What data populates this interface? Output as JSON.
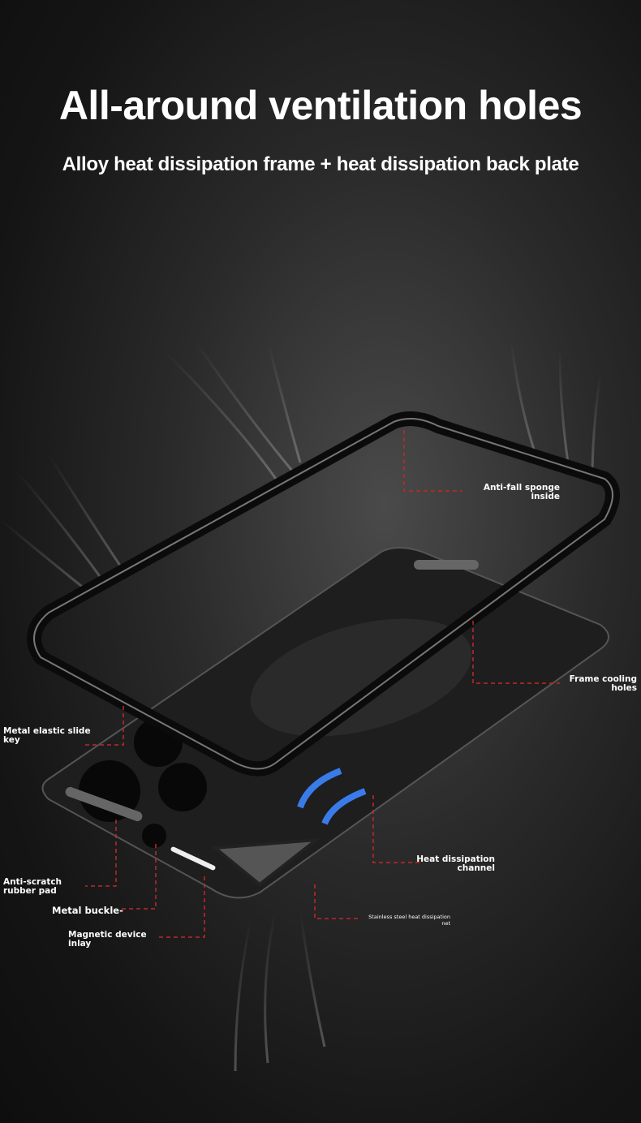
{
  "title": "All-around ventilation holes",
  "subtitle": "Alloy heat dissipation frame + heat dissipation back plate",
  "labels": {
    "sponge": [
      "Anti-fall sponge",
      "inside"
    ],
    "cooling": [
      "Frame cooling",
      "holes"
    ],
    "slide": [
      "Metal elastic slide",
      "key"
    ],
    "channel": [
      "Heat dissipation",
      "channel"
    ],
    "pad": [
      "Anti-scratch",
      "rubber pad"
    ],
    "buckle": "Metal buckle-",
    "magnetic": [
      "Magnetic device",
      "inlay"
    ],
    "net": [
      "Stainless steel heat dissipation",
      "net"
    ]
  },
  "colors": {
    "leader": "#c0282a",
    "arrow": "#3a7bea"
  }
}
